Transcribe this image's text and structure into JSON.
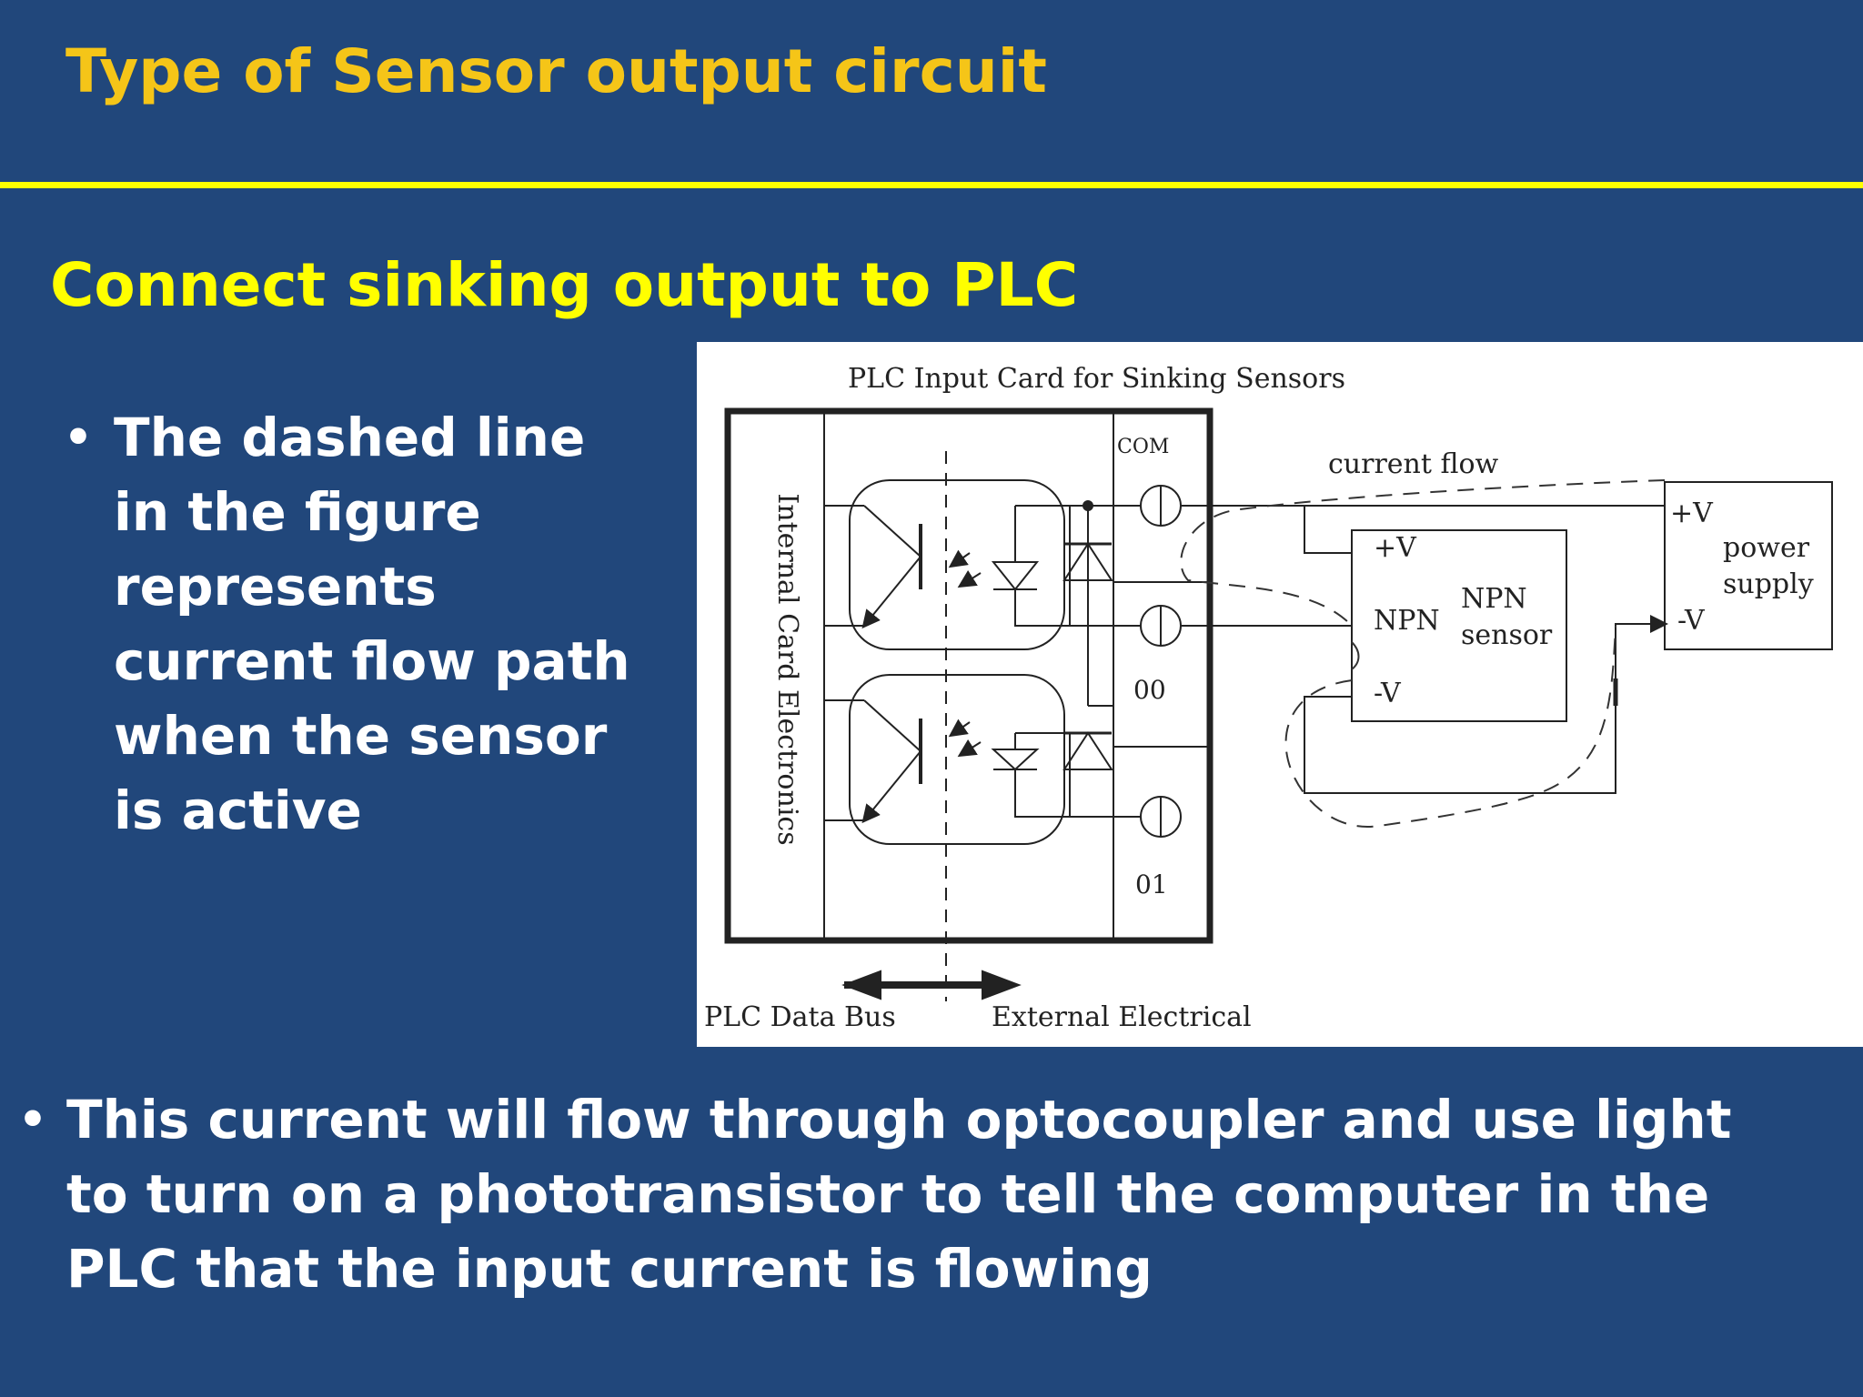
{
  "slide": {
    "title": "Type of Sensor output circuit",
    "subtitle": "Connect sinking output to PLC",
    "bullets": [
      "The dashed line in the figure represents current flow path when the sensor is active",
      "This current will flow through optocoupler and use light to turn on a phototransistor to tell the computer in the PLC that the input current is flowing"
    ],
    "bullet_glyph": "•"
  },
  "diagram": {
    "card_title": "PLC Input Card for Sinking Sensors",
    "internal_label": "Internal Card Electronics",
    "com_label": "COM",
    "terminal_00": "00",
    "terminal_01": "01",
    "current_flow_label": "current flow",
    "sensor_plus_v": "+V",
    "sensor_npn_pin": "NPN",
    "sensor_minus_v": "-V",
    "sensor_name_1": "NPN",
    "sensor_name_2": "sensor",
    "supply_plus_v": "+V",
    "supply_minus_v": "-V",
    "supply_name_1": "power",
    "supply_name_2": "supply",
    "bus_label": "PLC Data Bus",
    "external_label": "External Electrical"
  },
  "colors": {
    "background": "#21477b",
    "title": "#f5c518",
    "subtitle": "#ffff00",
    "rule": "#ffff00",
    "text": "#ffffff"
  }
}
